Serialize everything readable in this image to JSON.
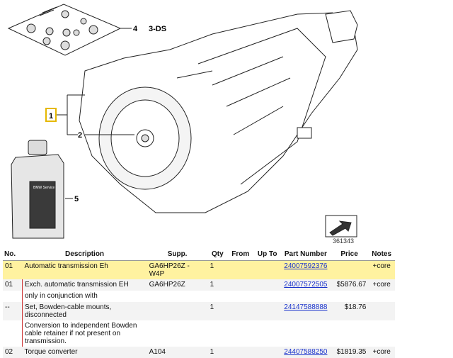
{
  "diagram": {
    "callouts": [
      "1",
      "2",
      "4",
      "5"
    ],
    "kit_label": "3-DS",
    "oil_label": "BMW Service",
    "ref_number": "361343"
  },
  "table": {
    "headers": [
      "No.",
      "Description",
      "Supp.",
      "Qty",
      "From",
      "Up To",
      "Part Number",
      "Price",
      "Notes"
    ],
    "rows": [
      {
        "no": "01",
        "desc": "Automatic transmission Eh",
        "supp": "GA6HP26Z - W4P",
        "qty": "1",
        "from": "",
        "upto": "",
        "part": "24007592376",
        "price": "",
        "notes": "+core",
        "highlight": true
      },
      {
        "no": "01",
        "desc": "Exch. automatic transmission EH",
        "supp": "GA6HP26Z",
        "qty": "1",
        "from": "",
        "upto": "",
        "part": "24007572505",
        "price": "$5876.67",
        "notes": "+core"
      },
      {
        "no": "",
        "desc": "only in conjunction with",
        "supp": "",
        "qty": "",
        "from": "",
        "upto": "",
        "part": "",
        "price": "",
        "notes": ""
      },
      {
        "no": "--",
        "desc": "Set, Bowden-cable mounts, disconnected",
        "supp": "",
        "qty": "1",
        "from": "",
        "upto": "",
        "part": "24147588888",
        "price": "$18.76",
        "notes": ""
      },
      {
        "no": "",
        "desc": "Conversion to independent Bowden cable retainer if not present on transmission.",
        "supp": "",
        "qty": "",
        "from": "",
        "upto": "",
        "part": "",
        "price": "",
        "notes": ""
      },
      {
        "no": "02",
        "desc": "Torque converter",
        "supp": "A104",
        "qty": "1",
        "from": "",
        "upto": "",
        "part": "24407588250",
        "price": "$1819.35",
        "notes": "+core"
      }
    ]
  }
}
